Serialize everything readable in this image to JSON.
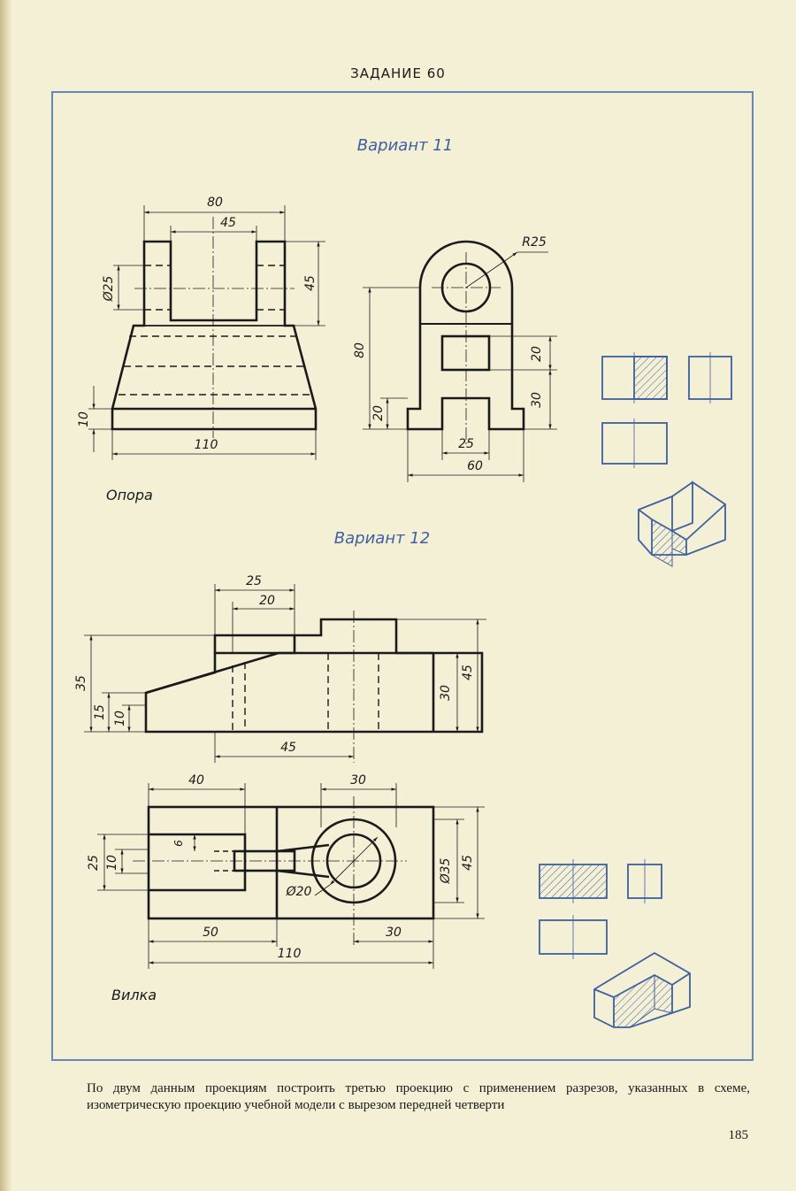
{
  "header": {
    "task_title": "ЗАДАНИЕ 60"
  },
  "variant_11": {
    "title": "Вариант 11",
    "part_name": "Опора",
    "dims": {
      "width_top": "80",
      "width_slot": "45",
      "dia_hole": "Ø25",
      "height_upper": "45",
      "base_thickness": "10",
      "width_base": "110",
      "radius": "R25",
      "height_total": "80",
      "window": "20",
      "side_h": "30",
      "foot_h": "20",
      "notch_w": "25",
      "side_width": "60"
    }
  },
  "variant_12": {
    "title": "Вариант 12",
    "part_name": "Вилка",
    "dims": {
      "top_25": "25",
      "top_20": "20",
      "h_35": "35",
      "h_15": "15",
      "h_10": "10",
      "h_30": "30",
      "h_45": "45",
      "bottom_45": "45",
      "plan_40": "40",
      "plan_30_top": "30",
      "plan_6": "6",
      "plan_25": "25",
      "plan_10": "10",
      "dia_20": "Ø20",
      "dia_35": "Ø35",
      "plan_45": "45",
      "plan_50": "50",
      "plan_30_bottom": "30",
      "plan_110": "110"
    }
  },
  "caption": "По двум данным проекциям построить третью проекцию с применением разрезов, указанных в схеме, изометрическую проекцию учебной модели с вырезом передней четверти",
  "page_number": "185",
  "colors": {
    "background": "#f4f0d6",
    "frame_blue": "#6a86b8",
    "ink": "#1a1a1a",
    "schema_blue": "#3f5f9f"
  }
}
